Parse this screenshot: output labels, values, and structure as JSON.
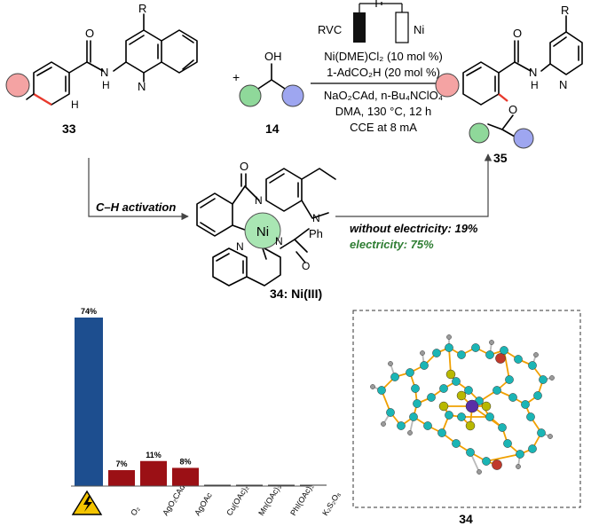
{
  "reaction": {
    "substrate_label": "33",
    "alcohol_label": "14",
    "product_label": "35",
    "intermediate_label": "34: Ni(III)",
    "plus": "+",
    "r_group": "R",
    "alcohol_group": "OH",
    "ether_o": "O",
    "amide_n": "N",
    "amide_nh": "H",
    "amide_o": "O",
    "ortho_h": "H",
    "ni": "Ni",
    "ph": "Ph",
    "electrode_anode": "RVC",
    "electrode_cathode": "Ni",
    "condition_1": "Ni(DME)Cl₂ (10 mol %)",
    "condition_2": "1-AdCO₂H (20 mol %)",
    "condition_3": "NaO₂CAd, n-Bu₄NClO₄",
    "condition_4": "DMA, 130 °C, 12 h",
    "condition_5": "CCE at 8 mA",
    "ch_activation": "C–H activation",
    "without_electricity": "without electricity: 19%",
    "with_electricity": "electricity: 75%"
  },
  "colors": {
    "pink": "#f4a3a3",
    "green": "#8fd89a",
    "purple": "#9ea6f0",
    "ni_green": "#a9e6b3",
    "highlight_red": "#e8392c",
    "blue_bar": "#1d4e8f",
    "red_bar": "#9b1015",
    "green_text": "#2e7d32",
    "lightning": "#f4c400",
    "atom_c": "#1bb5b5",
    "atom_s": "#b8b800",
    "atom_o": "#c0392b",
    "atom_ni": "#5a2ea6",
    "atom_h": "#9a9a9a"
  },
  "chart_data": {
    "type": "bar",
    "categories": [
      "electricity",
      "O₂",
      "AgO₂CAd",
      "AgOAc",
      "Cu(OAc)₂",
      "Mn(OAc)₃",
      "PhI(OAc)₂",
      "K₂S₂O₈"
    ],
    "values": [
      74,
      7,
      11,
      8,
      0,
      0,
      0,
      0
    ],
    "value_labels": [
      "74%",
      "7%",
      "11%",
      "8%",
      "",
      "",
      "",
      ""
    ],
    "ylim": [
      0,
      74
    ]
  },
  "crystal_label": "34"
}
